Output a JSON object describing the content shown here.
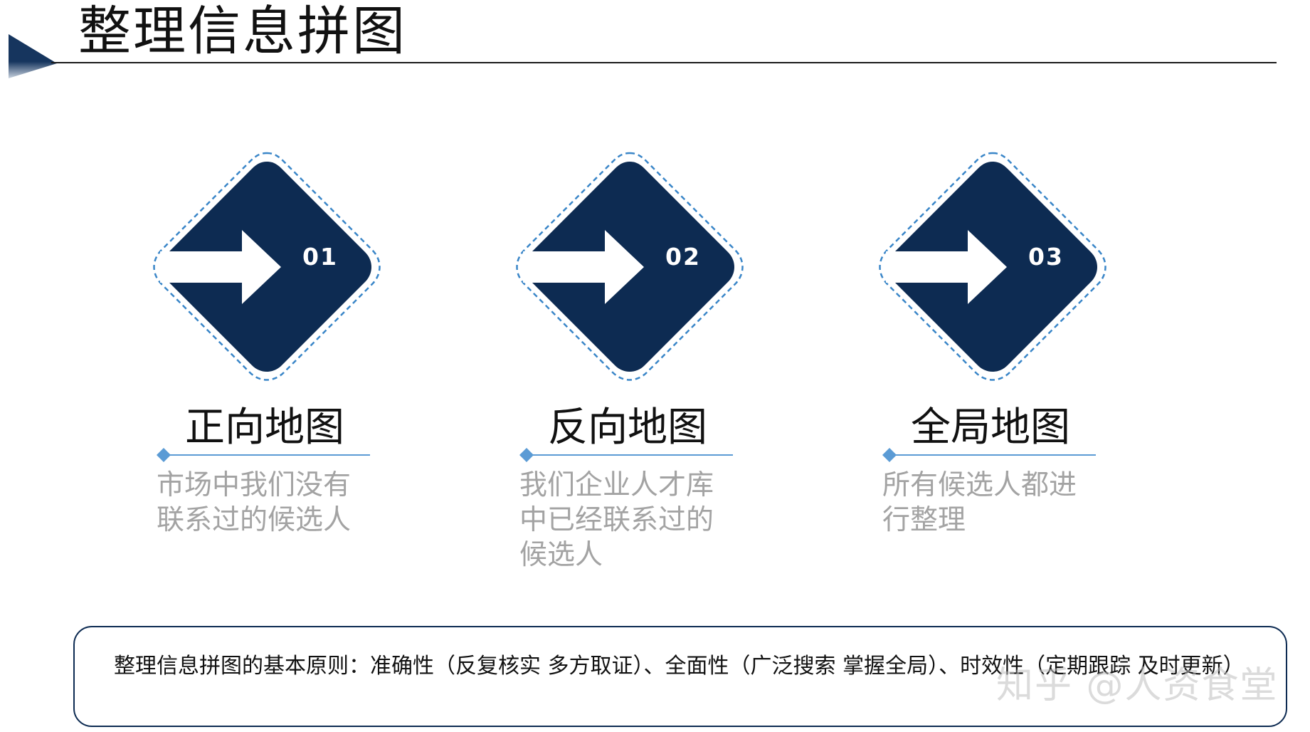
{
  "header": {
    "title": "整理信息拼图"
  },
  "colors": {
    "primary": "#0d2b52",
    "accent": "#5b9bd5",
    "muted_text": "#a3a3a3",
    "dashed_outline": "#3a86c8"
  },
  "cards": [
    {
      "number": "01",
      "icon": "arrow-right-icon",
      "heading": "正向地图",
      "description": "市场中我们没有联系过的候选人"
    },
    {
      "number": "02",
      "icon": "arrow-right-icon",
      "heading": "反向地图",
      "description": "我们企业人才库中已经联系过的候选人"
    },
    {
      "number": "03",
      "icon": "arrow-right-icon",
      "heading": "全局地图",
      "description": "所有候选人都进行整理"
    }
  ],
  "note": {
    "text": "整理信息拼图的基本原则：准确性（反复核实 多方取证）、全面性（广泛搜索 掌握全局）、时效性（定期跟踪 及时更新）"
  },
  "watermark": "知乎 @人资食堂"
}
